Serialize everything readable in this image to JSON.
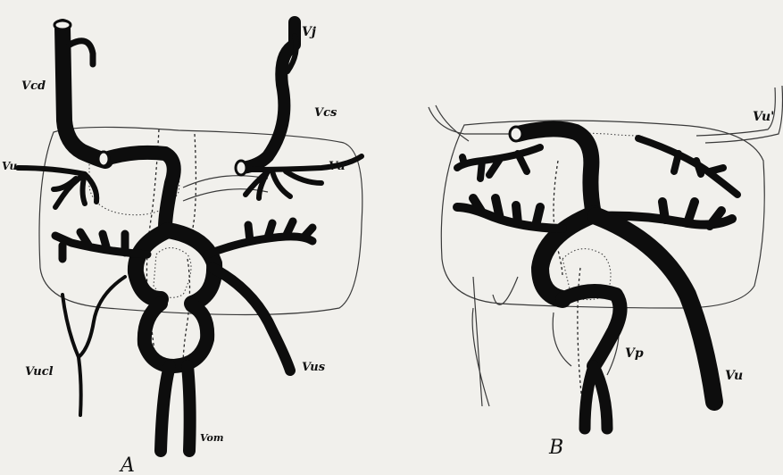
{
  "panels": [
    {
      "letter": "A",
      "labels": [
        "Vcd",
        "Vcs",
        "Vj",
        "Vu",
        "Vu'",
        "Vucl",
        "Vus",
        "Vom"
      ]
    },
    {
      "letter": "B",
      "labels": [
        "Vu'",
        "Vp",
        "Vu"
      ]
    }
  ]
}
